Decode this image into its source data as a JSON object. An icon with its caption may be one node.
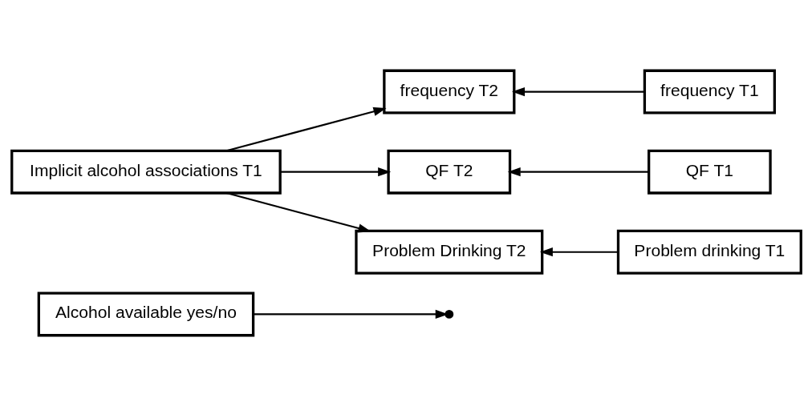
{
  "diagram": {
    "nodes": [
      {
        "text": [
          "Alcohol available yes/no"
        ]
      },
      {
        "text": [
          "frequency T2"
        ]
      },
      {
        "text": [
          "frequency T1"
        ]
      },
      {
        "text": [
          "Implicit alcohol associations T1"
        ]
      },
      {
        "text": [
          "QF T2"
        ]
      },
      {
        "text": [
          "QF T1"
        ]
      },
      {
        "text": [
          "Problem Drinking T2"
        ]
      },
      {
        "text": [
          "Problem drinking T1"
        ]
      }
    ],
    "edges": [
      {
        "from": 3,
        "to": 1,
        "arrow": "to"
      },
      {
        "from": 3,
        "to": 4,
        "arrow": "to"
      },
      {
        "from": 3,
        "to": 6,
        "arrow": "to"
      },
      {
        "from": 2,
        "to": 1,
        "arrow": "to"
      },
      {
        "from": 5,
        "to": 4,
        "arrow": "to"
      },
      {
        "from": 7,
        "to": 6,
        "arrow": "to"
      },
      {
        "from": 0,
        "to": null,
        "arrow": "to"
      }
    ]
  }
}
